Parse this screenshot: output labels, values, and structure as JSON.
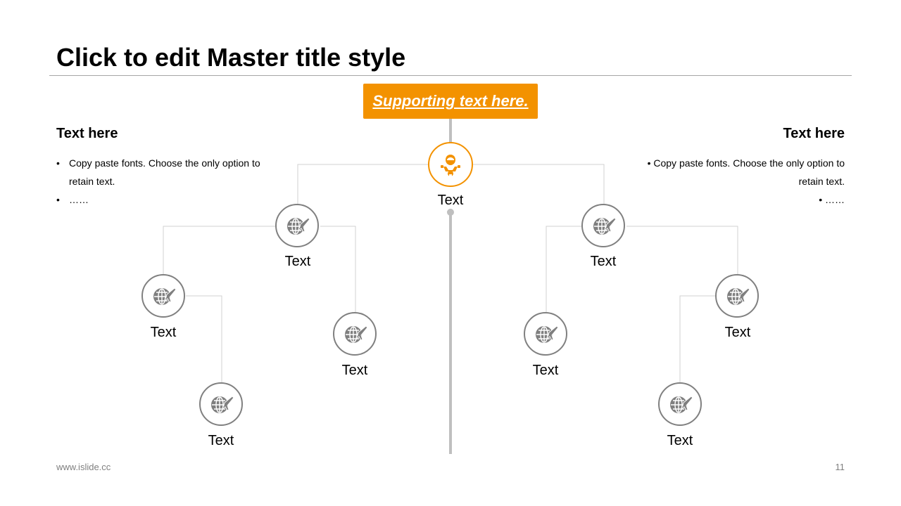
{
  "slide": {
    "title": "Click to edit Master title style",
    "supporting_text": "Supporting text here.",
    "footer_url": "www.islide.cc",
    "page_number": "11"
  },
  "colors": {
    "accent": "#f39200",
    "node_border": "#808080",
    "icon": "#7f7f7f",
    "line": "#d0d0d0",
    "spine": "#bfbfbf"
  },
  "left_panel": {
    "heading": "Text here",
    "bullets": [
      "Copy paste fonts. Choose the only option to retain text.",
      "……"
    ]
  },
  "right_panel": {
    "heading": "Text here",
    "bullets": [
      "Copy paste fonts. Choose the only option to retain text.",
      "……"
    ]
  },
  "tree": {
    "root": {
      "label": "Text",
      "icon": "person-gear-icon"
    },
    "left": {
      "branch": {
        "label": "Text",
        "icon": "globe-plane-icon"
      },
      "outer": {
        "label": "Text",
        "icon": "globe-plane-icon"
      },
      "outer_child": {
        "label": "Text",
        "icon": "globe-plane-icon"
      },
      "inner": {
        "label": "Text",
        "icon": "globe-plane-icon"
      }
    },
    "right": {
      "branch": {
        "label": "Text",
        "icon": "globe-plane-icon"
      },
      "inner": {
        "label": "Text",
        "icon": "globe-plane-icon"
      },
      "outer": {
        "label": "Text",
        "icon": "globe-plane-icon"
      },
      "outer_child": {
        "label": "Text",
        "icon": "globe-plane-icon"
      }
    }
  }
}
